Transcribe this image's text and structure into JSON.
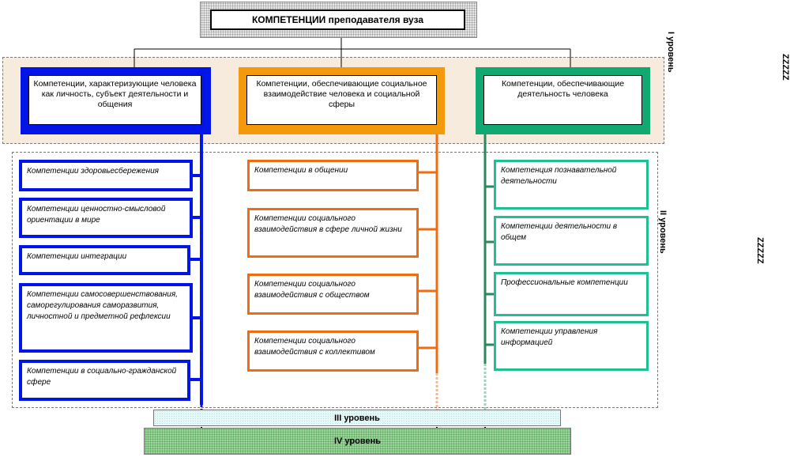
{
  "title": "КОМПЕТЕНЦИИ преподавателя вуза",
  "level_labels": {
    "level1_side": "I уровень",
    "level2_side": "II уровень",
    "level1_far": "ZZZZZ",
    "level2_far": "ZZZZZ",
    "level3": "III уровень",
    "level4": "IV уровень"
  },
  "categories": [
    {
      "text": "Компетенции, характеризующие человека как личность, субъект деятельности и общения",
      "color": "#0015e6"
    },
    {
      "text": "Компетенции, обеспечивающие социальное взаимодействие человека и социальной сферы",
      "color": "#f39a0c"
    },
    {
      "text": "Компетенции, обеспечивающие деятельность человека",
      "color": "#12a872"
    }
  ],
  "blue_items": [
    "Компетенции здоровьесбережения",
    "Компетенции ценностно-смысловой ориентации в мире",
    "Компетенции интеграции",
    "Компетенции самосовершенствования, саморегулирования саморазвития, личностной и предметной рефлексии",
    "Компетенции в социально-гражданской сфере"
  ],
  "orange_items": [
    "Компетенции в общении",
    "Компетенции социального взаимодействия в сфере личной жизни",
    "Компетенции социального взаимодействия с обществом",
    "Компетенции социального взаимодействия с коллективом"
  ],
  "green_items": [
    "Компетенция познавательной деятельности",
    "Компетенции деятельности в общем",
    "Профессиональные компетенции",
    "Компетенции управления информацией"
  ]
}
